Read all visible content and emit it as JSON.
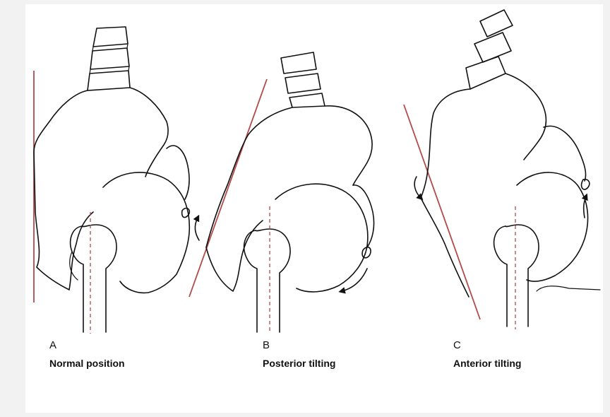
{
  "panels": [
    {
      "letter": "A",
      "caption": "Normal position"
    },
    {
      "letter": "B",
      "caption": "Posterior tilting"
    },
    {
      "letter": "C",
      "caption": "Anterior tilting"
    }
  ],
  "colors": {
    "reference_line": "#b34a4a",
    "ink": "#111111",
    "background": "#ffffff"
  }
}
